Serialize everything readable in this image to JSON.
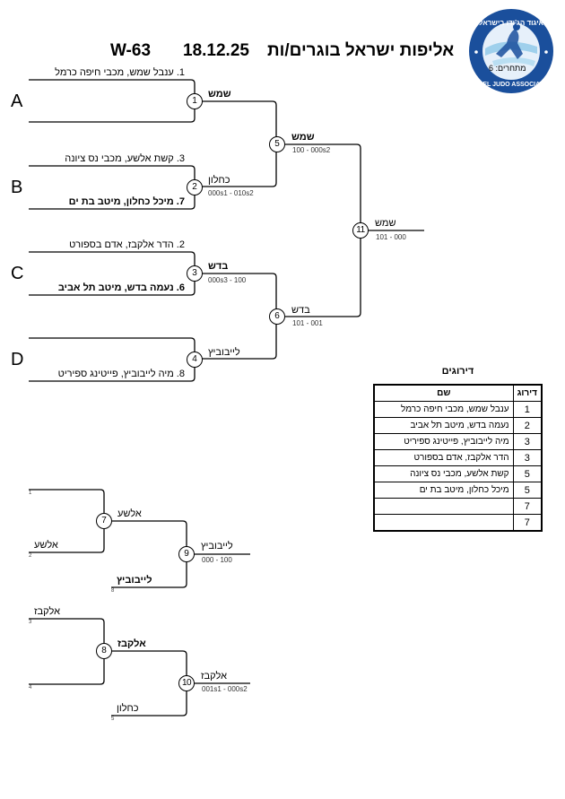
{
  "header": {
    "title": "אליפות ישראל בוגרים/ות",
    "date": "18.12.25",
    "category": "W-63"
  },
  "logo": {
    "org_name_he": "איגוד הג'ודו בישראל",
    "org_name_en": "ISRAEL JUDO ASSOCIATION",
    "competitors_label": "מתחרים: 6"
  },
  "pools": [
    "A",
    "B",
    "C",
    "D"
  ],
  "main_bracket": {
    "entries": [
      {
        "slot": "pool-A-top",
        "text": "1. ענבל שמש, מכבי חיפה כרמל",
        "bold": false
      },
      {
        "slot": "pool-A-bottom",
        "text": "",
        "bold": false
      },
      {
        "slot": "pool-B-top",
        "text": "3. קשת אלשע, מכבי נס ציונה",
        "bold": false
      },
      {
        "slot": "pool-B-bottom",
        "text": "7. מיכל כחלון, מיטב בת ים",
        "bold": true
      },
      {
        "slot": "pool-C-top",
        "text": "2. הדר אלקבז, אדם בספורט",
        "bold": false
      },
      {
        "slot": "pool-C-bottom",
        "text": "6. נעמה בדש, מיטב תל אביב",
        "bold": true
      },
      {
        "slot": "pool-D-top",
        "text": "",
        "bold": false
      },
      {
        "slot": "pool-D-bottom",
        "text": "8. מיה לייבוביץ, פייטינג ספיריט",
        "bold": false
      }
    ],
    "matches": [
      {
        "id": "1",
        "winner": "שמש",
        "bold": true,
        "score": ""
      },
      {
        "id": "2",
        "winner": "כחלון",
        "bold": false,
        "score": "000s1 - 010s2"
      },
      {
        "id": "3",
        "winner": "בדש",
        "bold": true,
        "score": "000s3 - 100"
      },
      {
        "id": "4",
        "winner": "לייבוביץ",
        "bold": false,
        "score": ""
      },
      {
        "id": "5",
        "winner": "שמש",
        "bold": true,
        "score": "100 - 000s2"
      },
      {
        "id": "6",
        "winner": "בדש",
        "bold": false,
        "score": "101 - 001"
      },
      {
        "id": "11",
        "winner": "שמש",
        "bold": false,
        "score": "101 - 000"
      }
    ]
  },
  "repechage": {
    "seeds": [
      "1",
      "2",
      "8",
      "3",
      "4",
      "5"
    ],
    "entries": [
      {
        "slot": "rep1-top",
        "text": ""
      },
      {
        "slot": "rep1-bottom",
        "text": "אלשע"
      },
      {
        "slot": "rep1-final-bottom",
        "text": "לייבוביץ",
        "bold": true
      },
      {
        "slot": "rep2-top",
        "text": "אלקבז"
      },
      {
        "slot": "rep2-bottom",
        "text": ""
      },
      {
        "slot": "rep2-final-bottom",
        "text": "כחלון"
      }
    ],
    "matches": [
      {
        "id": "7",
        "winner": "אלשע",
        "bold": false,
        "score": ""
      },
      {
        "id": "9",
        "winner": "לייבוביץ",
        "bold": false,
        "score": "000 - 100"
      },
      {
        "id": "8",
        "winner": "אלקבז",
        "bold": true,
        "score": ""
      },
      {
        "id": "10",
        "winner": "אלקבז",
        "bold": false,
        "score": "001s1 - 000s2"
      }
    ]
  },
  "rankings": {
    "title": "דירוגים",
    "columns": [
      "דירוג",
      "שם"
    ],
    "rows": [
      {
        "place": "1",
        "name": "ענבל שמש, מכבי חיפה כרמל"
      },
      {
        "place": "2",
        "name": "נעמה בדש, מיטב תל אביב"
      },
      {
        "place": "3",
        "name": "מיה לייבוביץ, פייטינג ספיריט"
      },
      {
        "place": "3",
        "name": "הדר אלקבז, אדם בספורט"
      },
      {
        "place": "5",
        "name": "קשת אלשע, מכבי נס ציונה"
      },
      {
        "place": "5",
        "name": "מיכל כחלון, מיטב בת ים"
      },
      {
        "place": "7",
        "name": ""
      },
      {
        "place": "7",
        "name": ""
      }
    ]
  }
}
